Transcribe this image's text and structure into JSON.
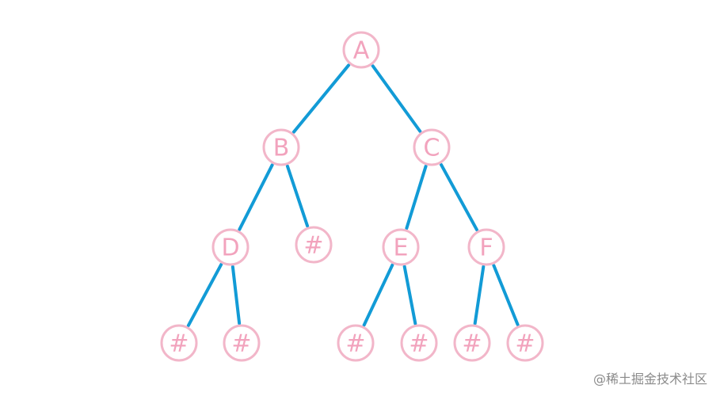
{
  "diagram": {
    "type": "binary-tree",
    "colors": {
      "edge": "#129bd6",
      "node_stroke": "#f2b6c9",
      "node_text": "#f2a3bd",
      "background": "#ffffff"
    },
    "nodes": [
      {
        "id": "A",
        "label": "A"
      },
      {
        "id": "B",
        "label": "B"
      },
      {
        "id": "C",
        "label": "C"
      },
      {
        "id": "D",
        "label": "D"
      },
      {
        "id": "B_right",
        "label": "#"
      },
      {
        "id": "E",
        "label": "E"
      },
      {
        "id": "F",
        "label": "F"
      },
      {
        "id": "D_left",
        "label": "#"
      },
      {
        "id": "D_right",
        "label": "#"
      },
      {
        "id": "E_left",
        "label": "#"
      },
      {
        "id": "E_right",
        "label": "#"
      },
      {
        "id": "F_left",
        "label": "#"
      },
      {
        "id": "F_right",
        "label": "#"
      }
    ],
    "edges": [
      {
        "from": "A",
        "to": "B"
      },
      {
        "from": "A",
        "to": "C"
      },
      {
        "from": "B",
        "to": "D"
      },
      {
        "from": "B",
        "to": "B_right"
      },
      {
        "from": "C",
        "to": "E"
      },
      {
        "from": "C",
        "to": "F"
      },
      {
        "from": "D",
        "to": "D_left"
      },
      {
        "from": "D",
        "to": "D_right"
      },
      {
        "from": "E",
        "to": "E_left"
      },
      {
        "from": "E",
        "to": "E_right"
      },
      {
        "from": "F",
        "to": "F_left"
      },
      {
        "from": "F",
        "to": "F_right"
      }
    ]
  },
  "watermark": "@稀土掘金技术社区"
}
